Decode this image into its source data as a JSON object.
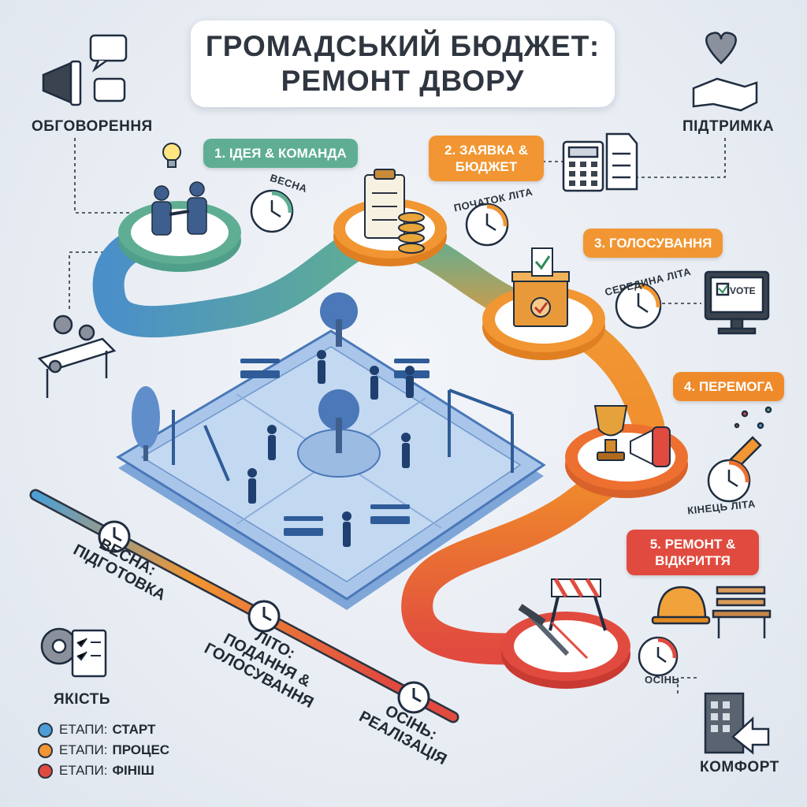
{
  "title": {
    "line1": "ГРОМАДСЬКИЙ БЮДЖЕТ:",
    "line2": "РЕМОНТ ДВОРУ"
  },
  "corners": {
    "top_left": "ОБГОВОРЕННЯ",
    "top_right": "ПІДТРИМКА",
    "bottom_left": "ЯКІСТЬ",
    "bottom_right": "КОМФОРТ"
  },
  "steps": [
    {
      "label": "1. ІДЕЯ & КОМАНДА",
      "season": "ВЕСНА",
      "color": "#5fae93"
    },
    {
      "label": "2. ЗАЯВКА & БЮДЖЕТ",
      "season": "ПОЧАТОК ЛІТА",
      "color": "#f19632"
    },
    {
      "label": "3. ГОЛОСУВАННЯ",
      "season": "СЕРЕДИНА ЛІТА",
      "color": "#f19632"
    },
    {
      "label": "4. ПЕРЕМОГА",
      "season": "КІНЕЦЬ ЛІТА",
      "color": "#ef8a2b"
    },
    {
      "label": "5. РЕМОНТ & ВІДКРИТТЯ",
      "season": "ОСІНЬ",
      "color": "#e14b3f"
    }
  ],
  "vote_screen": "VOTE",
  "timeline": [
    {
      "line1": "ВЕСНА:",
      "line2": "ПІДГОТОВКА",
      "line3": ""
    },
    {
      "line1": "ЛІТО:",
      "line2": "ПОДАННЯ &",
      "line3": "ГОЛОСУВАННЯ"
    },
    {
      "line1": "ОСІНЬ:",
      "line2": "РЕАЛІЗАЦІЯ",
      "line3": ""
    }
  ],
  "legend": [
    {
      "prefix": "ЕТАПИ:",
      "value": "СТАРТ",
      "color": "#4b9fd6"
    },
    {
      "prefix": "ЕТАПИ:",
      "value": "ПРОЦЕС",
      "color": "#f19632"
    },
    {
      "prefix": "ЕТАПИ:",
      "value": "ФІНІШ",
      "color": "#e14b3f"
    }
  ],
  "colors": {
    "start": "#4b9fd6",
    "green": "#5fae93",
    "process": "#f19632",
    "finish": "#e14b3f",
    "plaza": "#a9c6ea"
  }
}
